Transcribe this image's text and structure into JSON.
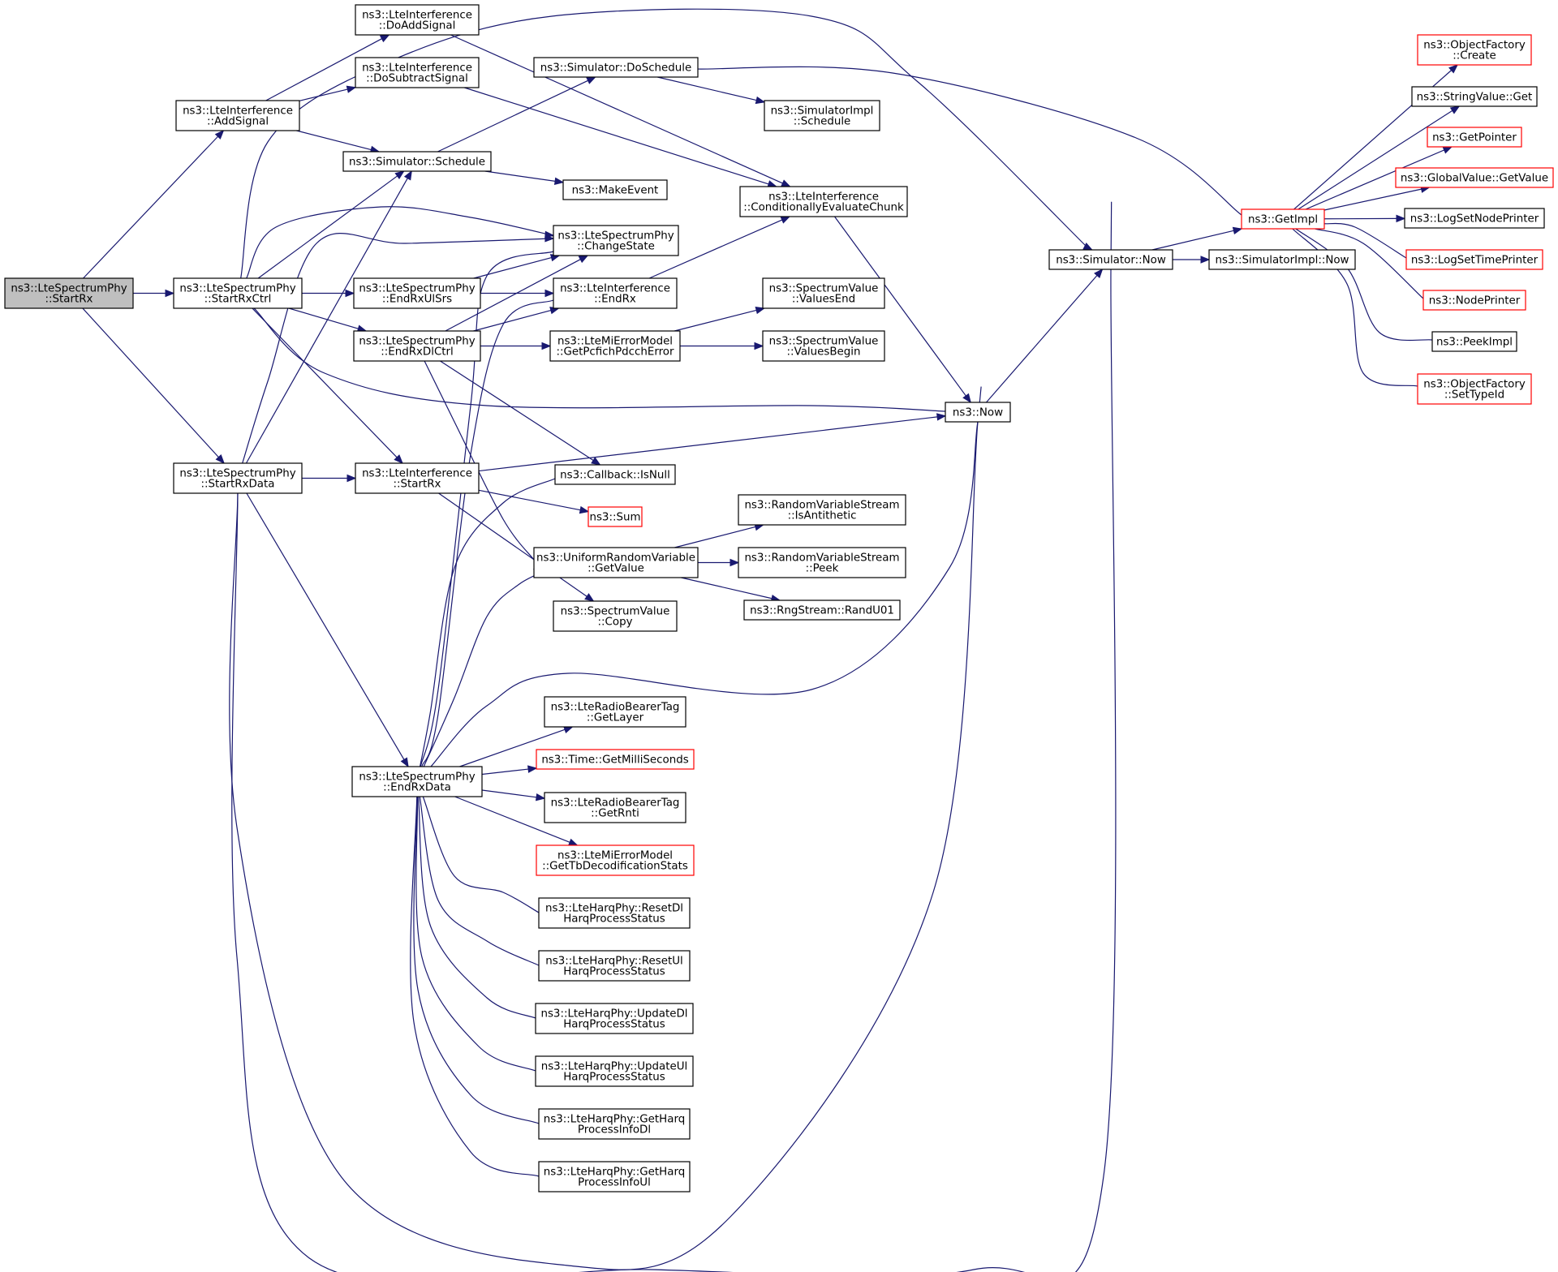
{
  "graph": {
    "nodes": [
      {
        "id": "root",
        "lines": [
          "ns3::LteSpectrumPhy",
          "::StartRx"
        ],
        "style": "root"
      },
      {
        "id": "startRxCtrl",
        "lines": [
          "ns3::LteSpectrumPhy",
          "::StartRxCtrl"
        ],
        "style": "normal"
      },
      {
        "id": "startRxData",
        "lines": [
          "ns3::LteSpectrumPhy",
          "::StartRxData"
        ],
        "style": "normal"
      },
      {
        "id": "addSignal",
        "lines": [
          "ns3::LteInterference",
          "::AddSignal"
        ],
        "style": "normal"
      },
      {
        "id": "doAddSignal",
        "lines": [
          "ns3::LteInterference",
          "::DoAddSignal"
        ],
        "style": "normal"
      },
      {
        "id": "doSubtractSignal",
        "lines": [
          "ns3::LteInterference",
          "::DoSubtractSignal"
        ],
        "style": "normal"
      },
      {
        "id": "schedule",
        "lines": [
          "ns3::Simulator::Schedule"
        ],
        "style": "normal"
      },
      {
        "id": "endRxUlSrs",
        "lines": [
          "ns3::LteSpectrumPhy",
          "::EndRxUlSrs"
        ],
        "style": "normal"
      },
      {
        "id": "endRxDlCtrl",
        "lines": [
          "ns3::LteSpectrumPhy",
          "::EndRxDlCtrl"
        ],
        "style": "normal"
      },
      {
        "id": "lteIntStartRx",
        "lines": [
          "ns3::LteInterference",
          "::StartRx"
        ],
        "style": "normal"
      },
      {
        "id": "endRxData",
        "lines": [
          "ns3::LteSpectrumPhy",
          "::EndRxData"
        ],
        "style": "normal"
      },
      {
        "id": "doSchedule",
        "lines": [
          "ns3::Simulator::DoSchedule"
        ],
        "style": "normal"
      },
      {
        "id": "makeEvent",
        "lines": [
          "ns3::MakeEvent"
        ],
        "style": "normal"
      },
      {
        "id": "changeState",
        "lines": [
          "ns3::LteSpectrumPhy",
          "::ChangeState"
        ],
        "style": "normal"
      },
      {
        "id": "lteIntEndRx",
        "lines": [
          "ns3::LteInterference",
          "::EndRx"
        ],
        "style": "normal"
      },
      {
        "id": "getPcfich",
        "lines": [
          "ns3::LteMiErrorModel",
          "::GetPcfichPdcchError"
        ],
        "style": "normal"
      },
      {
        "id": "isNull",
        "lines": [
          "ns3::Callback::IsNull"
        ],
        "style": "normal"
      },
      {
        "id": "sum",
        "lines": [
          "ns3::Sum"
        ],
        "style": "truncated"
      },
      {
        "id": "uniformGetValue",
        "lines": [
          "ns3::UniformRandomVariable",
          "::GetValue"
        ],
        "style": "normal"
      },
      {
        "id": "svCopy",
        "lines": [
          "ns3::SpectrumValue",
          "::Copy"
        ],
        "style": "normal"
      },
      {
        "id": "getLayer",
        "lines": [
          "ns3::LteRadioBearerTag",
          "::GetLayer"
        ],
        "style": "normal"
      },
      {
        "id": "getMilli",
        "lines": [
          "ns3::Time::GetMilliSeconds"
        ],
        "style": "truncated"
      },
      {
        "id": "getRnti",
        "lines": [
          "ns3::LteRadioBearerTag",
          "::GetRnti"
        ],
        "style": "normal"
      },
      {
        "id": "getTbStats",
        "lines": [
          "ns3::LteMiErrorModel",
          "::GetTbDecodificationStats"
        ],
        "style": "truncated"
      },
      {
        "id": "resetDl",
        "lines": [
          "ns3::LteHarqPhy::ResetDl",
          "HarqProcessStatus"
        ],
        "style": "normal"
      },
      {
        "id": "resetUl",
        "lines": [
          "ns3::LteHarqPhy::ResetUl",
          "HarqProcessStatus"
        ],
        "style": "normal"
      },
      {
        "id": "updateDl",
        "lines": [
          "ns3::LteHarqPhy::UpdateDl",
          "HarqProcessStatus"
        ],
        "style": "normal"
      },
      {
        "id": "updateUl",
        "lines": [
          "ns3::LteHarqPhy::UpdateUl",
          "HarqProcessStatus"
        ],
        "style": "normal"
      },
      {
        "id": "getHarqDl",
        "lines": [
          "ns3::LteHarqPhy::GetHarq",
          "ProcessInfoDl"
        ],
        "style": "normal"
      },
      {
        "id": "getHarqUl",
        "lines": [
          "ns3::LteHarqPhy::GetHarq",
          "ProcessInfoUl"
        ],
        "style": "normal"
      },
      {
        "id": "schedImplSchedule",
        "lines": [
          "ns3::SimulatorImpl",
          "::Schedule"
        ],
        "style": "normal"
      },
      {
        "id": "condEval",
        "lines": [
          "ns3::LteInterference",
          "::ConditionallyEvaluateChunk"
        ],
        "style": "normal"
      },
      {
        "id": "valuesEnd",
        "lines": [
          "ns3::SpectrumValue",
          "::ValuesEnd"
        ],
        "style": "normal"
      },
      {
        "id": "valuesBegin",
        "lines": [
          "ns3::SpectrumValue",
          "::ValuesBegin"
        ],
        "style": "normal"
      },
      {
        "id": "isAntithetic",
        "lines": [
          "ns3::RandomVariableStream",
          "::IsAntithetic"
        ],
        "style": "normal"
      },
      {
        "id": "peek",
        "lines": [
          "ns3::RandomVariableStream",
          "::Peek"
        ],
        "style": "normal"
      },
      {
        "id": "randU01",
        "lines": [
          "ns3::RngStream::RandU01"
        ],
        "style": "normal"
      },
      {
        "id": "now",
        "lines": [
          "ns3::Now"
        ],
        "style": "normal"
      },
      {
        "id": "simNow",
        "lines": [
          "ns3::Simulator::Now"
        ],
        "style": "normal"
      },
      {
        "id": "simImplNow",
        "lines": [
          "ns3::SimulatorImpl::Now"
        ],
        "style": "normal"
      },
      {
        "id": "getImpl",
        "lines": [
          "ns3::GetImpl"
        ],
        "style": "truncated"
      },
      {
        "id": "ofCreate",
        "lines": [
          "ns3::ObjectFactory",
          "::Create"
        ],
        "style": "truncated"
      },
      {
        "id": "svGet",
        "lines": [
          "ns3::StringValue::Get"
        ],
        "style": "normal"
      },
      {
        "id": "getPointer",
        "lines": [
          "ns3::GetPointer"
        ],
        "style": "truncated"
      },
      {
        "id": "gvGetValue",
        "lines": [
          "ns3::GlobalValue::GetValue"
        ],
        "style": "truncated"
      },
      {
        "id": "logNode",
        "lines": [
          "ns3::LogSetNodePrinter"
        ],
        "style": "normal"
      },
      {
        "id": "logTime",
        "lines": [
          "ns3::LogSetTimePrinter"
        ],
        "style": "truncated"
      },
      {
        "id": "nodePrinter",
        "lines": [
          "ns3::NodePrinter"
        ],
        "style": "truncated"
      },
      {
        "id": "peekImpl",
        "lines": [
          "ns3::PeekImpl"
        ],
        "style": "normal"
      },
      {
        "id": "ofSetTypeId",
        "lines": [
          "ns3::ObjectFactory",
          "::SetTypeId"
        ],
        "style": "truncated"
      }
    ],
    "edges": [
      {
        "from": "root",
        "to": "addSignal"
      },
      {
        "from": "root",
        "to": "startRxCtrl"
      },
      {
        "from": "root",
        "to": "startRxData"
      },
      {
        "from": "addSignal",
        "to": "doAddSignal"
      },
      {
        "from": "addSignal",
        "to": "doSubtractSignal"
      },
      {
        "from": "addSignal",
        "to": "schedule"
      },
      {
        "from": "doAddSignal",
        "to": "condEval"
      },
      {
        "from": "doSubtractSignal",
        "to": "condEval"
      },
      {
        "from": "schedule",
        "to": "doSchedule"
      },
      {
        "from": "schedule",
        "to": "makeEvent"
      },
      {
        "from": "doSchedule",
        "to": "schedImplSchedule"
      },
      {
        "from": "doSchedule",
        "to": "getImpl"
      },
      {
        "from": "condEval",
        "to": "now"
      },
      {
        "from": "startRxCtrl",
        "to": "simNow"
      },
      {
        "from": "startRxCtrl",
        "to": "schedule"
      },
      {
        "from": "startRxCtrl",
        "to": "changeState"
      },
      {
        "from": "startRxCtrl",
        "to": "endRxUlSrs"
      },
      {
        "from": "startRxCtrl",
        "to": "endRxDlCtrl"
      },
      {
        "from": "startRxCtrl",
        "to": "now"
      },
      {
        "from": "startRxCtrl",
        "to": "lteIntStartRx"
      },
      {
        "from": "endRxUlSrs",
        "to": "changeState"
      },
      {
        "from": "endRxUlSrs",
        "to": "lteIntEndRx"
      },
      {
        "from": "endRxDlCtrl",
        "to": "changeState"
      },
      {
        "from": "endRxDlCtrl",
        "to": "lteIntEndRx"
      },
      {
        "from": "endRxDlCtrl",
        "to": "getPcfich"
      },
      {
        "from": "endRxDlCtrl",
        "to": "isNull"
      },
      {
        "from": "endRxDlCtrl",
        "to": "uniformGetValue"
      },
      {
        "from": "lteIntEndRx",
        "to": "condEval"
      },
      {
        "from": "getPcfich",
        "to": "valuesEnd"
      },
      {
        "from": "getPcfich",
        "to": "valuesBegin"
      },
      {
        "from": "uniformGetValue",
        "to": "isAntithetic"
      },
      {
        "from": "uniformGetValue",
        "to": "peek"
      },
      {
        "from": "uniformGetValue",
        "to": "randU01"
      },
      {
        "from": "startRxData",
        "to": "schedule"
      },
      {
        "from": "startRxData",
        "to": "changeState"
      },
      {
        "from": "startRxData",
        "to": "lteIntStartRx"
      },
      {
        "from": "startRxData",
        "to": "endRxData"
      },
      {
        "from": "startRxData",
        "to": "now"
      },
      {
        "from": "startRxData",
        "to": "simNow"
      },
      {
        "from": "lteIntStartRx",
        "to": "now"
      },
      {
        "from": "lteIntStartRx",
        "to": "sum"
      },
      {
        "from": "lteIntStartRx",
        "to": "svCopy"
      },
      {
        "from": "endRxData",
        "to": "changeState"
      },
      {
        "from": "endRxData",
        "to": "lteIntEndRx"
      },
      {
        "from": "endRxData",
        "to": "isNull"
      },
      {
        "from": "endRxData",
        "to": "uniformGetValue"
      },
      {
        "from": "endRxData",
        "to": "now"
      },
      {
        "from": "endRxData",
        "to": "getLayer"
      },
      {
        "from": "endRxData",
        "to": "getMilli"
      },
      {
        "from": "endRxData",
        "to": "getRnti"
      },
      {
        "from": "endRxData",
        "to": "getTbStats"
      },
      {
        "from": "endRxData",
        "to": "resetDl"
      },
      {
        "from": "endRxData",
        "to": "resetUl"
      },
      {
        "from": "endRxData",
        "to": "updateDl"
      },
      {
        "from": "endRxData",
        "to": "updateUl"
      },
      {
        "from": "endRxData",
        "to": "getHarqDl"
      },
      {
        "from": "endRxData",
        "to": "getHarqUl"
      },
      {
        "from": "now",
        "to": "simNow"
      },
      {
        "from": "simNow",
        "to": "simImplNow"
      },
      {
        "from": "simNow",
        "to": "getImpl"
      },
      {
        "from": "getImpl",
        "to": "ofCreate"
      },
      {
        "from": "getImpl",
        "to": "svGet"
      },
      {
        "from": "getImpl",
        "to": "getPointer"
      },
      {
        "from": "getImpl",
        "to": "gvGetValue"
      },
      {
        "from": "getImpl",
        "to": "logNode"
      },
      {
        "from": "getImpl",
        "to": "logTime"
      },
      {
        "from": "getImpl",
        "to": "nodePrinter"
      },
      {
        "from": "getImpl",
        "to": "peekImpl"
      },
      {
        "from": "getImpl",
        "to": "ofSetTypeId"
      }
    ],
    "colors": {
      "edge": "#191970",
      "root_fill": "#bfbfbf",
      "truncated_border": "#ff0000",
      "node_border": "#000000"
    }
  }
}
